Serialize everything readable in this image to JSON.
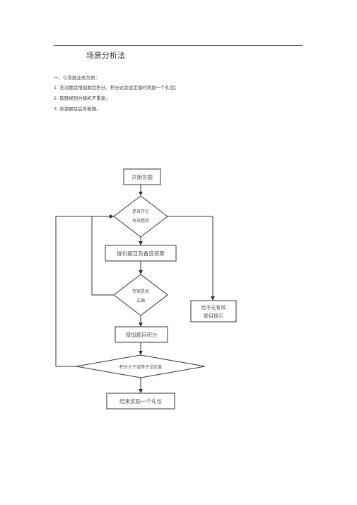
{
  "heading": {
    "title": "场景分析法"
  },
  "intro": {
    "lead": "一、以答题业务为例：",
    "items": [
      {
        "num": "1.",
        "text": "答对题目增加题目积分，积分达到设定值时奖励一个礼包；"
      },
      {
        "num": "2.",
        "text": "取题规则为随机不重复；"
      },
      {
        "num": "3.",
        "text": "答错题目后答新题。"
      }
    ]
  },
  "flowchart": {
    "start": "开始答题",
    "has_question": [
      "是否存在",
      "有效题目"
    ],
    "provide": "提供题目及备选答案",
    "correct": [
      "答案是否",
      "正确"
    ],
    "no_question": [
      "给予无有效",
      "题目提示"
    ],
    "add_score": "增加题目积分",
    "threshold": "积分大于或等于设定值",
    "end": "结束奖励一个礼包"
  }
}
